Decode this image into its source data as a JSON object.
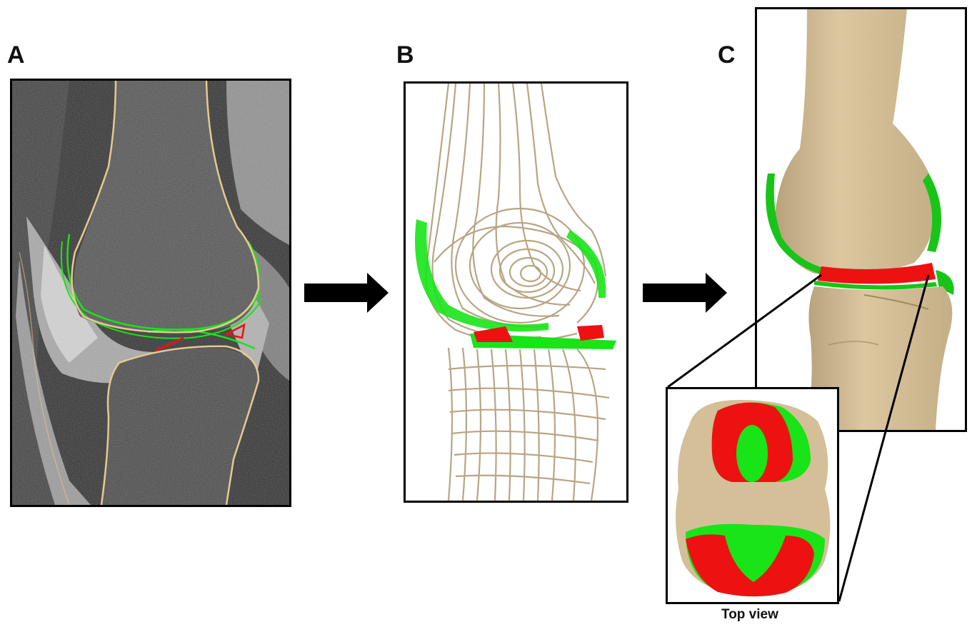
{
  "panels": [
    {
      "letter": "A"
    },
    {
      "letter": "B"
    },
    {
      "letter": "C"
    }
  ],
  "inset": {
    "caption": "Top view"
  },
  "colors": {
    "bone": "#d4bf98",
    "cartilage_green": "#18e418",
    "contact_red": "#ee1111",
    "mri_dark": "#2a2a2a",
    "frame": "#000000"
  }
}
